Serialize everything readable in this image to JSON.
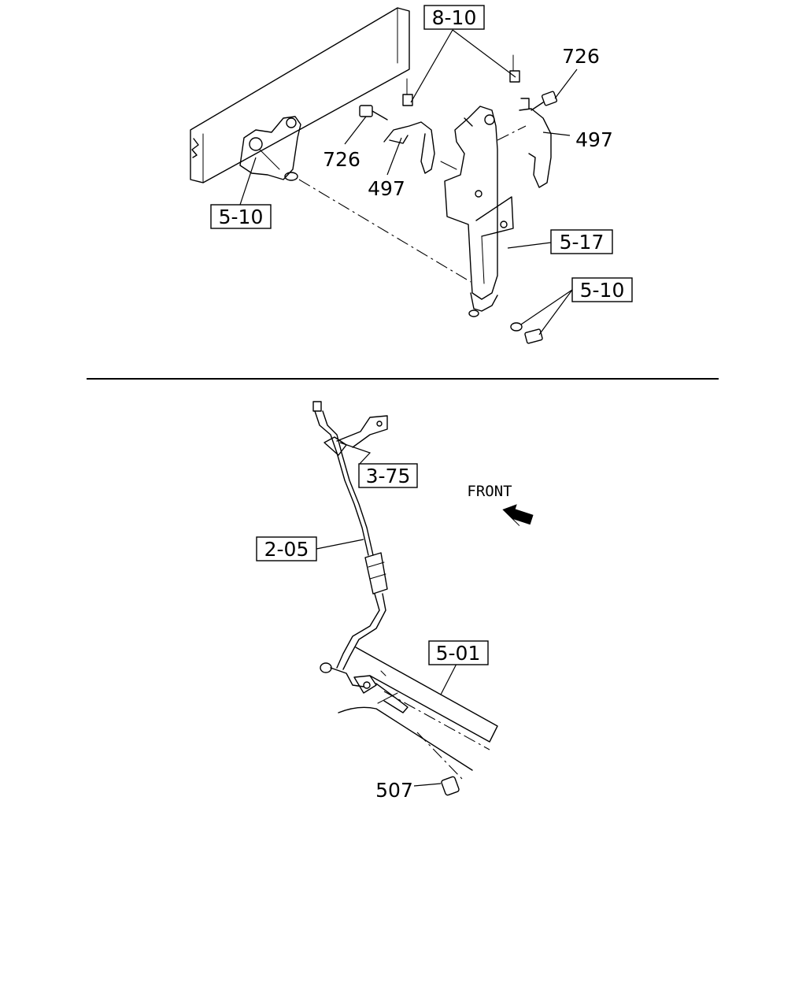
{
  "callouts": {
    "ref_8_10": "8-10",
    "ref_5_10_left": "5-10",
    "ref_5_17": "5-17",
    "ref_5_10_right": "5-10",
    "ref_3_75": "3-75",
    "ref_2_05": "2-05",
    "ref_5_01": "5-01"
  },
  "part_numbers": {
    "p726_top": "726",
    "p726_left": "726",
    "p497_right": "497",
    "p497_left": "497",
    "p507": "507"
  },
  "direction": {
    "front_label": "FRONT"
  },
  "icons": {
    "front_arrow": "arrow-left-icon"
  }
}
